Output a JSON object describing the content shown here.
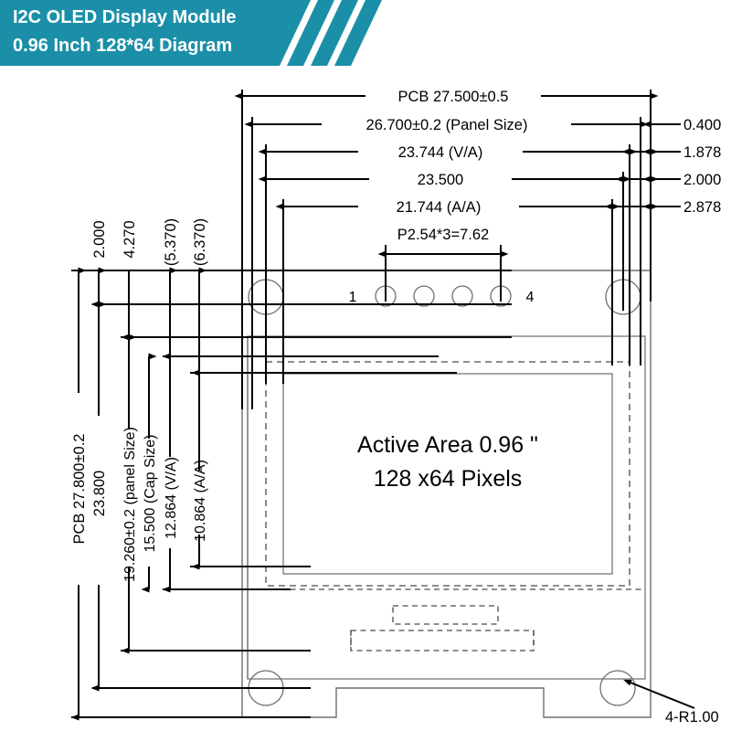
{
  "banner": {
    "line1": "I2C OLED Display Module",
    "line2": "0.96 Inch 128*64 Diagram",
    "bg_color": "#1b8fa8",
    "text_color": "#ffffff",
    "stripe_color": "#ffffff"
  },
  "drawing": {
    "title_in_part": {
      "line1": "Active Area 0.96 \"",
      "line2": "128 x64 Pixels"
    },
    "horizontal_dimensions": [
      {
        "label": "PCB 27.500±0.5"
      },
      {
        "label": "26.700±0.2 (Panel Size)"
      },
      {
        "label": "23.744 (V/A)"
      },
      {
        "label": "23.500"
      },
      {
        "label": "21.744 (A/A)"
      },
      {
        "label": "P2.54*3=7.62"
      }
    ],
    "right_dimensions": [
      {
        "label": "0.400"
      },
      {
        "label": "1.878"
      },
      {
        "label": "2.000"
      },
      {
        "label": "2.878"
      }
    ],
    "top_left_vertical_dimensions": [
      {
        "label": "2.000"
      },
      {
        "label": "4.270"
      },
      {
        "label": "(5.370)"
      },
      {
        "label": "(6.370)"
      }
    ],
    "left_vertical_dimensions": [
      {
        "label": "PCB 27.800±0.2"
      },
      {
        "label": "23.800"
      },
      {
        "label": "19.260±0.2 (panel Size)"
      },
      {
        "label": "15.500 (Cap Size)"
      },
      {
        "label": "12.864 (V/A)"
      },
      {
        "label": "10.864 (A/A)"
      }
    ],
    "pin_labels": {
      "first": "1",
      "last": "4"
    },
    "radius_note": "4-R1.00",
    "colors": {
      "outline": "#6e6e6e",
      "dimension": "#000000",
      "hidden": "#4a4a4a",
      "background": "#ffffff"
    }
  }
}
